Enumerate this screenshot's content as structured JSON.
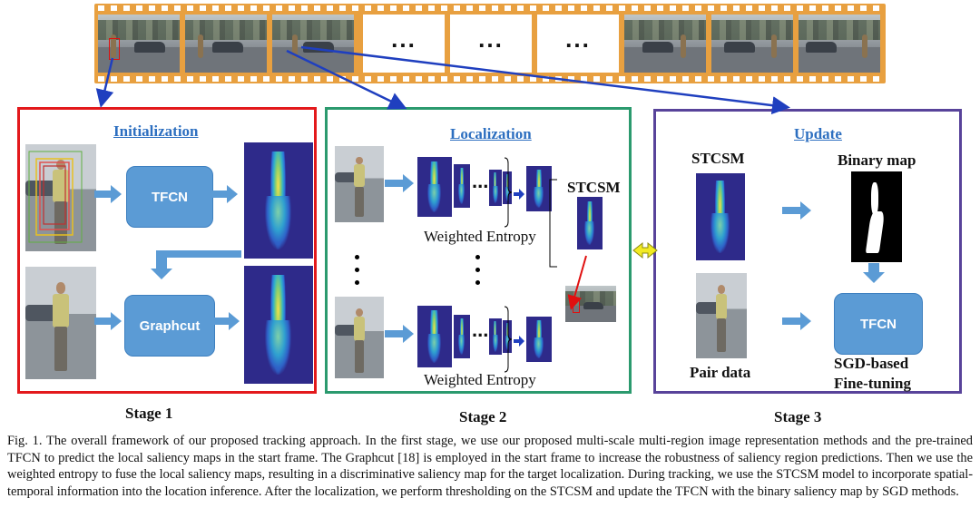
{
  "film": {
    "placeholder_text": "..."
  },
  "stage1": {
    "title": "Initialization",
    "tfcn_label": "TFCN",
    "graphcut_label": "Graphcut",
    "stage_label": "Stage 1"
  },
  "stage2": {
    "title": "Localization",
    "stcsm_label": "STCSM",
    "weighted_entropy_top": "Weighted Entropy",
    "weighted_entropy_bottom": "Weighted Entropy",
    "ellipsis": "...",
    "stage_label": "Stage 2"
  },
  "stage3": {
    "title": "Update",
    "stcsm_label": "STCSM",
    "binary_map_label": "Binary map",
    "pair_data_label": "Pair data",
    "tfcn_label": "TFCN",
    "sgd_line1": "SGD-based",
    "sgd_line2": "Fine-tuning",
    "stage_label": "Stage 3"
  },
  "caption": "Fig. 1.  The overall framework of our proposed tracking approach. In the first stage, we use our proposed multi-scale multi-region image representation methods and the pre-trained TFCN to predict the local saliency maps in the start frame. The Graphcut [18] is employed in the start frame to increase the robustness of saliency region predictions. Then we use the weighted entropy to fuse the local saliency maps, resulting in a discriminative saliency map for the target localization. During tracking, we use the STCSM model to incorporate spatial-temporal information into the location inference. After the localization, we perform thresholding on the STCSM and update the TFCN with the binary saliency map by SGD methods.",
  "colors": {
    "stage1_border": "#e3191c",
    "stage2_border": "#2b9a6e",
    "stage3_border": "#58439a",
    "title_blue": "#2d6fc0",
    "box_blue": "#5b9bd5",
    "arrow_blue": "#1f3fbf",
    "film_orange": "#e8a040"
  }
}
